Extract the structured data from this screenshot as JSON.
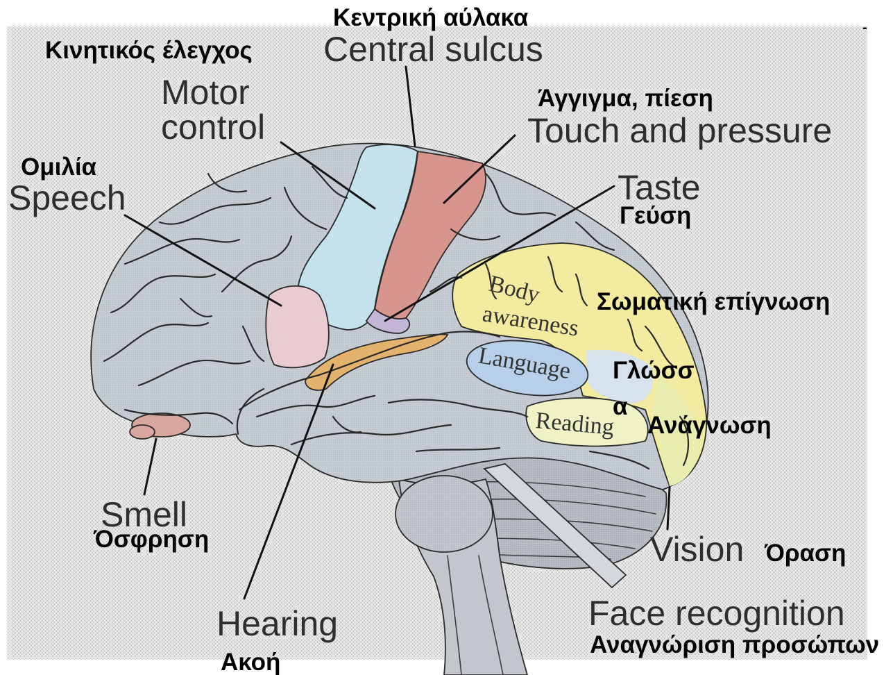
{
  "labels": {
    "central_sulcus": {
      "en": "Central sulcus",
      "gr": "Κεντρική αύλακα"
    },
    "motor_control": {
      "en_line1": "Motor",
      "en_line2": "control",
      "gr": "Κινητικός έλεγχος"
    },
    "touch_pressure": {
      "en": "Touch and pressure",
      "gr": "Άγγιγμα, πίεση"
    },
    "speech": {
      "en": "Speech",
      "gr": "Ομιλία"
    },
    "taste": {
      "en": "Taste",
      "gr": "Γεύση"
    },
    "body_awareness": {
      "en_line1": "Body",
      "en_line2": "awareness",
      "gr": "Σωματική επίγνωση"
    },
    "language": {
      "en": "Language",
      "gr_line1": "Γλώσσ",
      "gr_line2": "α"
    },
    "reading": {
      "en": "Reading",
      "gr": "Ανάγνωση"
    },
    "smell": {
      "en": "Smell",
      "gr": "Όσφρηση"
    },
    "hearing": {
      "en": "Hearing",
      "gr": "Ακοή"
    },
    "vision": {
      "en": "Vision",
      "gr": "Όραση"
    },
    "face_recognition": {
      "en": "Face recognition",
      "gr": "Αναγνώριση προσώπων"
    }
  },
  "corner_mark": "-",
  "colors": {
    "cortex": "#c6ccd4",
    "motor": "#c3e2ec",
    "touch": "#d8958d",
    "taste": "#c4b6d6",
    "speech": "#ebcbd2",
    "body_awareness": "#f3eb9f",
    "vision": "#e8eeb0",
    "language": "#b7cfe8",
    "language_surround": "#d6e2ec",
    "reading": "#eef2c4",
    "hearing": "#e3b26c",
    "smell": "#d8a69c",
    "cerebellum": "#b8bcc3",
    "brainstem": "#c3c7cd",
    "face_band": "#d4d7db"
  }
}
